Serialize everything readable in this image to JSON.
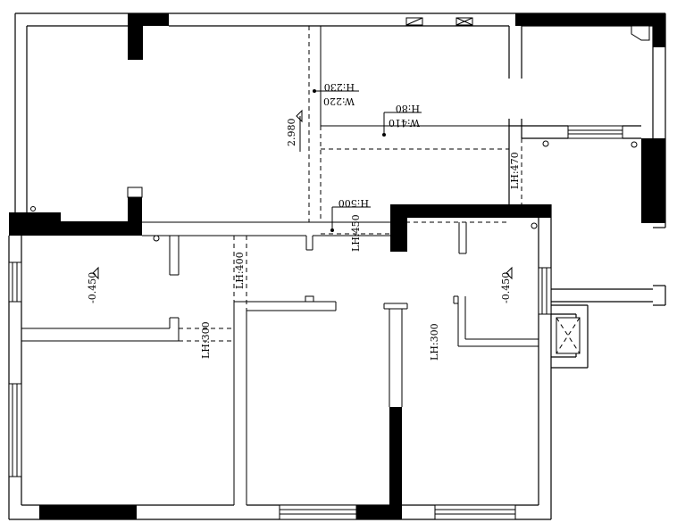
{
  "annotations": {
    "ceiling_height": "2.980",
    "level_left": "-0.450",
    "level_right": "-0.450",
    "cabinet_w": "W:220",
    "cabinet_h": "H:230",
    "opening_w": "W:410",
    "opening_h": "H:80",
    "opening_h2": "H:500",
    "lh_450": "LH:450",
    "lh_470": "LH:470",
    "lh_400": "LH:400",
    "lh_300_left": "LH:300",
    "lh_300_mid": "LH:300"
  }
}
